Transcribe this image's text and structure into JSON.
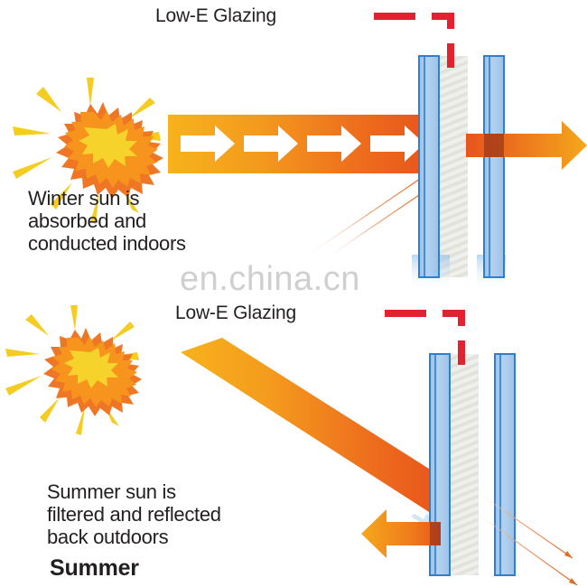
{
  "diagram": {
    "title_winter_label": "Low-E Glazing",
    "title_summer_label": "Low-E Glazing",
    "watermark": "en.china.cn",
    "colors": {
      "band_light_orange": "#f5a623",
      "band_deep_orange": "#ef5e1a",
      "arrow_white": "#ffffff",
      "sun_core": "#f6d32b",
      "sun_body": "#f7941e",
      "sun_edge": "#ee7624",
      "sun_ray": "#f5cd21",
      "glass_fill": "#a8c8ea",
      "glass_stroke": "#2f7fd1",
      "coating_fill": "#e9e9e5",
      "leader_red": "#e0232e",
      "text_black": "#231f20",
      "watermark_gray": "#bdbdbd",
      "ray_line": "#e8a070"
    },
    "panels": [
      {
        "id": "winter",
        "name": "winter-panel",
        "glazing_label": "Low-E Glazing",
        "caption_lines": [
          "Winter sun is",
          "absorbed and",
          "conducted indoors"
        ],
        "season_label": "",
        "beam": {
          "direction": "horizontal-right",
          "arrow_count": 4,
          "description": "Sun energy enters horizontally, is absorbed by coated pane and conducted indoors"
        },
        "exit_beam": {
          "label": "conducted heat arrow",
          "direction": "right"
        },
        "reflection_lines": 2,
        "panes": [
          {
            "name": "outer-pane",
            "type": "glass"
          },
          {
            "name": "low-e-coating-pane",
            "type": "coated"
          },
          {
            "name": "inner-pane",
            "type": "glass"
          }
        ]
      },
      {
        "id": "summer",
        "name": "summer-panel",
        "glazing_label": "Low-E Glazing",
        "caption_lines": [
          "Summer sun is",
          "filtered and reflected",
          "back outdoors"
        ],
        "season_label": "Summer",
        "beam": {
          "direction": "diagonal-down-right",
          "arrow_count": 4,
          "description": "High summer sun strikes glazing at a steep angle and is reflected back outdoors"
        },
        "exit_beam": {
          "label": "reflected heat arrow",
          "direction": "left"
        },
        "reflection_lines": 2,
        "panes": [
          {
            "name": "outer-pane",
            "type": "glass"
          },
          {
            "name": "low-e-coating-pane",
            "type": "coated"
          },
          {
            "name": "inner-pane",
            "type": "glass"
          }
        ]
      }
    ]
  }
}
